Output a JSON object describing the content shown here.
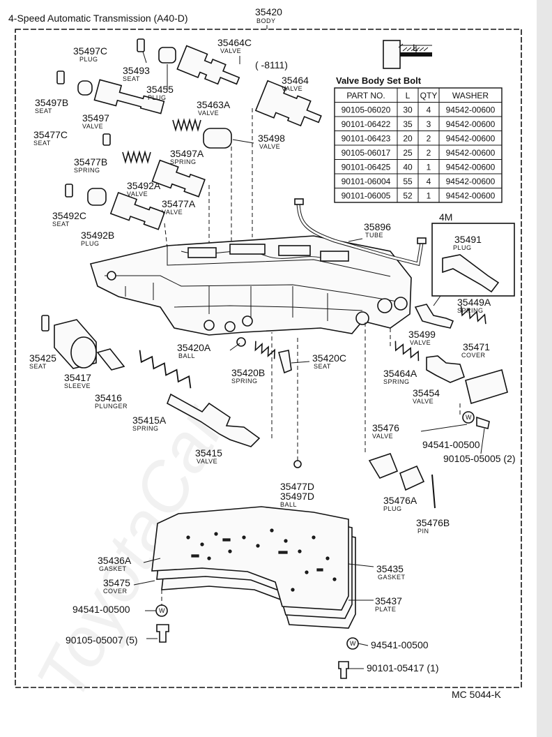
{
  "header": {
    "title": "4-Speed Automatic Transmission (A40-D)",
    "body_part_no": "35420",
    "body_part_name": "BODY"
  },
  "footer": {
    "code": "MC 5044-K"
  },
  "parts": [
    {
      "no": "35464C",
      "name": "VALVE"
    },
    {
      "no": "35497C",
      "name": "PLUG"
    },
    {
      "no": "35493",
      "name": "SEAT"
    },
    {
      "no": "35455",
      "name": "PLUG"
    },
    {
      "no": "35463A",
      "name": "VALVE"
    },
    {
      "no": "35497B",
      "name": "SEAT"
    },
    {
      "no": "35497",
      "name": "VALVE"
    },
    {
      "no": "35477C",
      "name": "SEAT"
    },
    {
      "no": "35498",
      "name": "VALVE"
    },
    {
      "no": "35497A",
      "name": "SPRING"
    },
    {
      "no": "35477B",
      "name": "SPRING"
    },
    {
      "no": "35492A",
      "name": "VALVE"
    },
    {
      "no": "35477A",
      "name": "VALVE"
    },
    {
      "no": "35492C",
      "name": "SEAT"
    },
    {
      "no": "35492B",
      "name": "PLUG"
    },
    {
      "no": "35896",
      "name": "TUBE"
    },
    {
      "no": "35491",
      "name": "PLUG"
    },
    {
      "no": "35449A",
      "name": "SPRING"
    },
    {
      "no": "35499",
      "name": "VALVE"
    },
    {
      "no": "35471",
      "name": "COVER"
    },
    {
      "no": "35420A",
      "name": "BALL"
    },
    {
      "no": "35420C",
      "name": "SEAT"
    },
    {
      "no": "35420B",
      "name": "SPRING"
    },
    {
      "no": "35425",
      "name": "SEAT"
    },
    {
      "no": "35417",
      "name": "SLEEVE"
    },
    {
      "no": "35416",
      "name": "PLUNGER"
    },
    {
      "no": "35415A",
      "name": "SPRING"
    },
    {
      "no": "35415",
      "name": "VALVE"
    },
    {
      "no": "35464A",
      "name": "SPRING"
    },
    {
      "no": "35454",
      "name": "VALVE"
    },
    {
      "no": "35476",
      "name": "VALVE"
    },
    {
      "no": "35476A",
      "name": "PLUG"
    },
    {
      "no": "35476B",
      "name": "PIN"
    },
    {
      "no": "35436A",
      "name": "GASKET"
    },
    {
      "no": "35475",
      "name": "COVER"
    },
    {
      "no": "35435",
      "name": "GASKET"
    },
    {
      "no": "35437",
      "name": "PLATE"
    }
  ],
  "ball_pair": {
    "no1": "35477D",
    "no2": "35497D",
    "name": "BALL"
  },
  "misc": {
    "p35464_no": "35464",
    "p35464_name": "VALVE",
    "p35464_range": "(      -8111)",
    "label_4m": "4M",
    "washer_symbol": "W",
    "bolt_l": "L",
    "washer_1": "94541-00500",
    "bolt_1": "90105-05005 (2)",
    "washer_2": "94541-00500",
    "bolt_2": "90105-05007 (5)",
    "washer_3": "94541-00500",
    "bolt_3": "90101-05417 (1)"
  },
  "bolt_table": {
    "title": "Valve Body Set Bolt",
    "headers": [
      "PART NO.",
      "L",
      "QTY",
      "WASHER"
    ],
    "rows": [
      [
        "90105-06020",
        "30",
        "4",
        "94542-00600"
      ],
      [
        "90101-06422",
        "35",
        "3",
        "94542-00600"
      ],
      [
        "90101-06423",
        "20",
        "2",
        "94542-00600"
      ],
      [
        "90105-06017",
        "25",
        "2",
        "94542-00600"
      ],
      [
        "90101-06425",
        "40",
        "1",
        "94542-00600"
      ],
      [
        "90101-06004",
        "55",
        "4",
        "94542-00600"
      ],
      [
        "90101-06005",
        "52",
        "1",
        "94542-00600"
      ]
    ]
  },
  "watermark": "ToyotaCar"
}
